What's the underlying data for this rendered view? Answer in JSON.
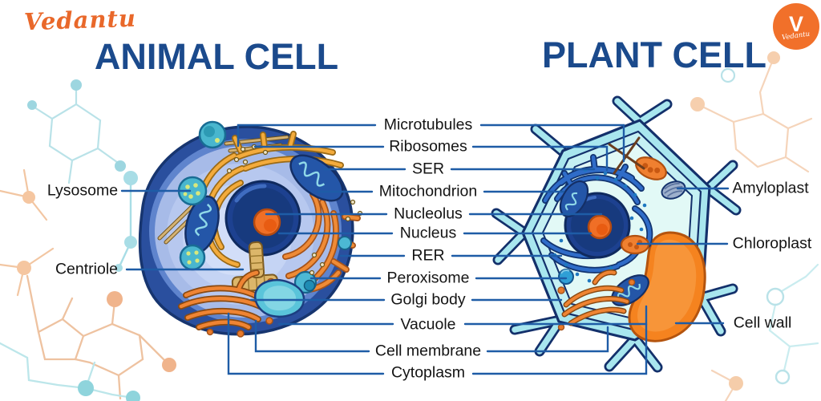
{
  "brand": {
    "logo_text": "Vedantu",
    "badge_v": "V",
    "badge_caption": "Vedantu"
  },
  "titles": {
    "animal": "ANIMAL CELL",
    "plant": "PLANT CELL"
  },
  "labels": {
    "center": [
      "Microtubules",
      "Ribosomes",
      "SER",
      "Mitochondrion",
      "Nucleolus",
      "Nucleus",
      "RER",
      "Peroxisome",
      "Golgi body",
      "Vacuole",
      "Cell membrane",
      "Cytoplasm"
    ],
    "left": [
      "Lysosome",
      "Centriole"
    ],
    "right": [
      "Amyloplast",
      "Chloroplast",
      "Cell wall"
    ]
  },
  "colors": {
    "title_blue": "#1b4a8c",
    "label_text": "#141414",
    "pointer_line_blue": "#1e5ca6",
    "brand_orange": "#f1702a",
    "animal_membrane_blue": "#2a4f9e",
    "animal_cytoplasm_blue": "#aebfe9",
    "plant_wall_cyan": "#a8e6ee",
    "plant_cytoplasm_cyan": "#e2f9f6",
    "nucleus_blue": "#1d4190",
    "nucleolus_orange": "#f06f26",
    "er_yellow": "#f3ab3c",
    "er_orange": "#ef8b36",
    "golgi_orange": "#ef8433",
    "vacuole_orange": "#f5831f",
    "lysosome_teal": "#49b6ce",
    "mitochondrion_blue": "#2456a8",
    "molecule_peach": "#f2c6a2",
    "molecule_teal": "#b9e2e8"
  }
}
